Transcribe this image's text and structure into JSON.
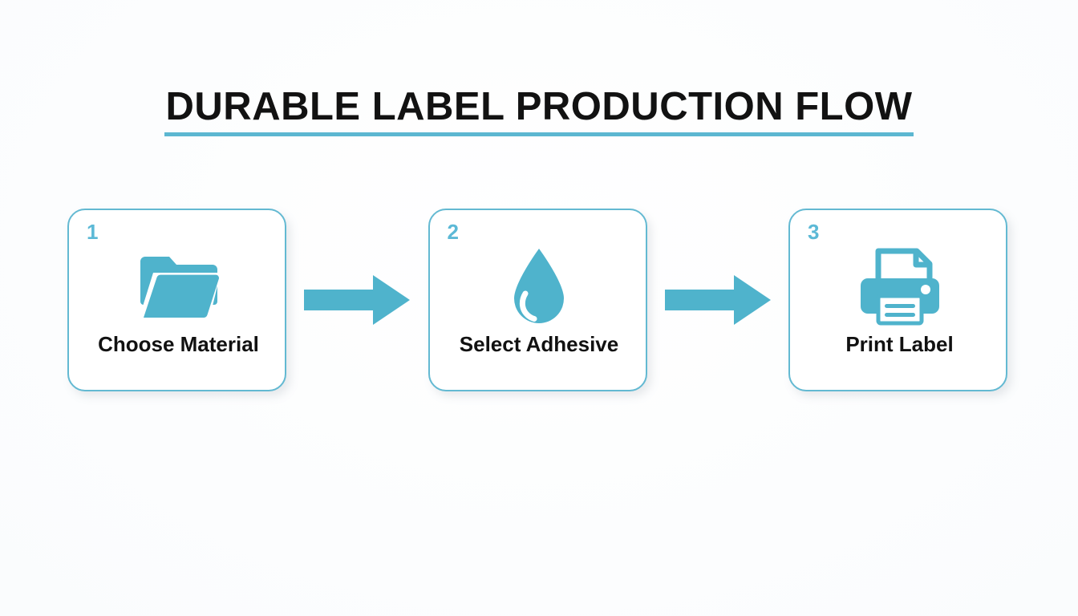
{
  "page": {
    "title": "DURABLE LABEL PRODUCTION FLOW",
    "background_color": "#fdfefe",
    "accent_color": "#4fb3cc",
    "accent_light_color": "#5cb9d6",
    "border_color": "#63b9d2",
    "title_color": "#121212",
    "label_color": "#111111"
  },
  "flow": {
    "steps": [
      {
        "number": "1",
        "label": "Choose Material",
        "icon": "folder-icon"
      },
      {
        "number": "2",
        "label": "Select Adhesive",
        "icon": "water-droplet-icon"
      },
      {
        "number": "3",
        "label": "Print Label",
        "icon": "printer-icon"
      }
    ],
    "connectors": [
      {
        "icon": "arrow-right-icon"
      },
      {
        "icon": "arrow-right-icon"
      }
    ]
  }
}
